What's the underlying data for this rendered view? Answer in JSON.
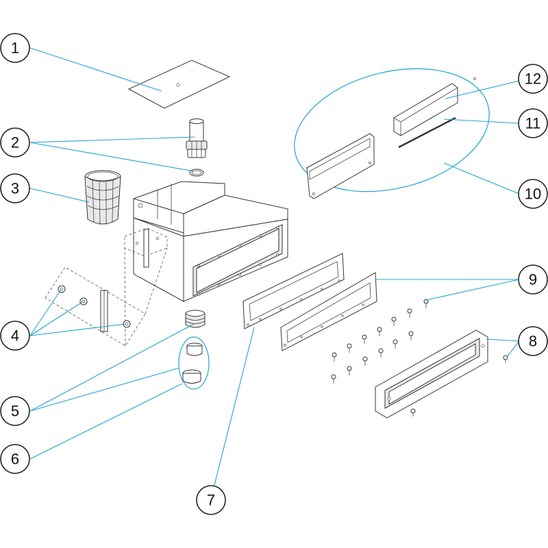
{
  "colors": {
    "leader": "#1fa3cf",
    "outline": "#333333",
    "background": "#ffffff"
  },
  "callouts": [
    {
      "id": "1",
      "label": "1"
    },
    {
      "id": "2",
      "label": "2"
    },
    {
      "id": "3",
      "label": "3"
    },
    {
      "id": "4",
      "label": "4"
    },
    {
      "id": "5",
      "label": "5"
    },
    {
      "id": "6",
      "label": "6"
    },
    {
      "id": "7",
      "label": "7"
    },
    {
      "id": "8",
      "label": "8"
    },
    {
      "id": "9",
      "label": "9"
    },
    {
      "id": "10",
      "label": "10"
    },
    {
      "id": "11",
      "label": "11"
    },
    {
      "id": "12",
      "label": "12"
    }
  ]
}
